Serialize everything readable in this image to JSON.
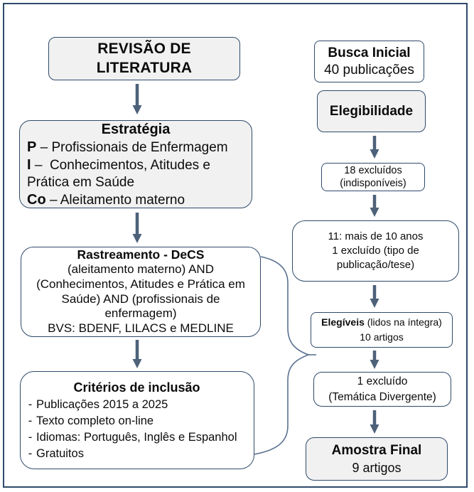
{
  "colors": {
    "border": "#2e4a6b",
    "frame": "#23405f",
    "arrow": "#4d6179",
    "brace": "#5a7190",
    "box_gray": "#f1f1f1",
    "box_white": "#ffffff",
    "text": "#0b0b0b"
  },
  "left_column": {
    "title_box": {
      "label": "REVISÃO DE LITERATURA"
    },
    "estrategia": {
      "title": "Estratégia",
      "items": [
        {
          "lead": "P",
          "rest": " – Profissionais de Enfermagem"
        },
        {
          "lead": "I",
          "rest": " –  Conhecimentos, Atitudes e Prática em Saúde"
        },
        {
          "lead": "Co",
          "rest": " – Aleitamento materno"
        }
      ]
    },
    "rastreamento": {
      "title": "Rastreamento - DeCS",
      "lines": [
        "(aleitamento materno) AND",
        "(Conhecimentos, Atitudes e Prática em",
        "Saúde) AND (profissionais de",
        "enfermagem)",
        "BVS: BDENF, LILACS e MEDLINE"
      ]
    },
    "criterios": {
      "title": "Critérios de inclusão",
      "bullet": "-",
      "items": [
        "Publicações 2015 a 2025",
        "Texto completo on-line",
        "Idiomas: Português, Inglês e Espanhol",
        "Gratuitos"
      ]
    }
  },
  "right_column": {
    "busca_inicial": {
      "title": "Busca Inicial",
      "subtitle": "40 publicações"
    },
    "elegibilidade": {
      "label": "Elegibilidade"
    },
    "excluidos_18": {
      "lines": [
        "18 excluídos",
        "(indisponíveis)"
      ]
    },
    "excluidos_11": {
      "lines": [
        "11: mais de 10 anos",
        "1 excluído (tipo de",
        "publicação/tese)"
      ]
    },
    "elegiveis": {
      "bold": "Elegíveis",
      "rest": " (lidos na íntegra)",
      "line2": "10 artigos"
    },
    "excluido_1": {
      "lines": [
        "1 excluído",
        "(Temática Divergente)"
      ]
    },
    "amostra_final": {
      "title": "Amostra Final",
      "subtitle": "9 artigos"
    }
  }
}
